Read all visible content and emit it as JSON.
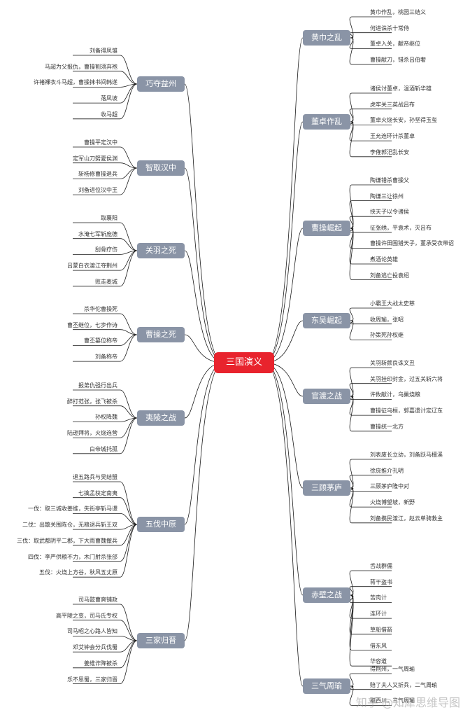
{
  "center": "三国演义",
  "left": [
    {
      "title": "巧夺益州",
      "items": [
        "刘备得凤雏",
        "马超为父报仇，曹操割须弃袍",
        "许褚裸衣斗马超，曹操抹书间韩遂",
        "落凤坡",
        "收马超"
      ]
    },
    {
      "title": "智取汉中",
      "items": [
        "曹操平定汉中",
        "定军山刀劈夏侯渊",
        "斩杨修曹操退兵",
        "刘备进位汉中王"
      ]
    },
    {
      "title": "关羽之死",
      "items": [
        "取襄阳",
        "水淹七军斩庞德",
        "刮骨疗伤",
        "吕蒙白衣渡江夺荆州",
        "败走麦城"
      ]
    },
    {
      "title": "曹操之死",
      "items": [
        "杀华佗曹操死",
        "曹丕继位，七步作诗",
        "曹丕篡位称帝",
        "刘备称帝"
      ]
    },
    {
      "title": "夷陵之战",
      "items": [
        "报弟仇强行出兵",
        "醉打范张，张飞被杀",
        "孙权降魏",
        "陆逊拜将，火烧连营",
        "白帝城托孤"
      ]
    },
    {
      "title": "五伐中原",
      "items": [
        "退五路兵与吴结盟",
        "七擒孟获定南夷",
        "一伐：取三城收姜维，失街亭斩马谡",
        "二伐：出散关围陈仓，无粮退兵斩王双",
        "三伐：取武都阴平二郡，下大雨曹魏撤兵",
        "四伐：李严供粮不力，木门射杀张郃",
        "五伐：火烧上方谷，秋风五丈原"
      ]
    },
    {
      "title": "三家归晋",
      "items": [
        "司马懿曹爽铺政",
        "高平陵之变，司马氏专权",
        "司马昭之心路人皆知",
        "邓艾钟会分兵伐蜀",
        "姜维诈降被杀",
        "乐不思蜀，三家归晋"
      ]
    }
  ],
  "right": [
    {
      "title": "黄巾之乱",
      "items": [
        "黄巾作乱，桃园三结义",
        "何进诛杀十常侍",
        "董卓入关，献帝继位",
        "曹操献刀，错杀吕伯奢"
      ]
    },
    {
      "title": "董卓作乱",
      "items": [
        "诸侯讨董卓，温酒斩华雄",
        "虎牢关三英战吕布",
        "董卓火烧长安，孙坚得玉玺",
        "王允连环计杀董卓",
        "李傕郭汜乱长安"
      ]
    },
    {
      "title": "曹操崛起",
      "items": [
        "陶谦错杀曹操父",
        "陶谦三让徐州",
        "挟天子以令诸侯",
        "征张绣，平袁术，灭吕布",
        "曹操许田围猎天子，董承受衣带诏",
        "煮酒论英雄",
        "刘备逃亡投袁绍"
      ]
    },
    {
      "title": "东吴崛起",
      "items": [
        "小霸王大战太史慈",
        "收周瑜，张昭",
        "孙策死孙权继"
      ]
    },
    {
      "title": "官渡之战",
      "items": [
        "关羽斩颜良诛文丑",
        "关羽挂印封金，过五关斩六将",
        "许攸献计，乌巢烧粮",
        "曹操征乌桓，郭嘉遗计定辽东",
        "曹操统一北方"
      ]
    },
    {
      "title": "三顾茅庐",
      "items": [
        "刘表废长立幼，刘备跃马檀溪",
        "徐庶推介孔明",
        "三顾茅庐隆中对",
        "火烧博望坡，新野",
        "刘备携民渡江，赵云单骑救主"
      ]
    },
    {
      "title": "赤壁之战",
      "items": [
        "舌战群儒",
        "蒋干盗书",
        "苦肉计",
        "连环计",
        "草船借箭",
        "借东风",
        "华容道"
      ]
    },
    {
      "title": "三气周瑜",
      "items": [
        "得荆州，一气周瑜",
        "赔了夫人又折兵，二气周瑜",
        "取西川，三气周瑜"
      ]
    }
  ],
  "watermark": "知乎 @知犀思维导图",
  "colors": {
    "center": "#e8232d",
    "topic": "#8a94a6",
    "line": "#1a1a1a"
  }
}
